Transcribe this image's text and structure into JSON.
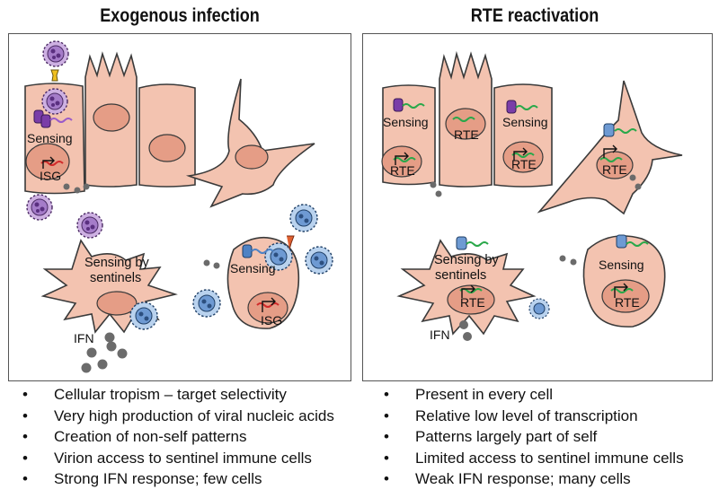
{
  "panels": [
    {
      "title": "Exogenous infection",
      "labels": {
        "sensing": "Sensing",
        "isg_top": "ISG",
        "sentinel_line1": "Sensing by",
        "sentinel_line2": "sentinels",
        "infected_sensing": "Sensing",
        "isg_bottom": "ISG",
        "ifn": "IFN"
      },
      "bullets": [
        "Cellular tropism – target selectivity",
        "Very high production of viral nucleic acids",
        "Creation of non-self patterns",
        "Virion access to sentinel immune cells",
        "Strong IFN response; few cells"
      ]
    },
    {
      "title": "RTE reactivation",
      "labels": {
        "cell1_sensing": "Sensing",
        "cell1_rte": "RTE",
        "cell2_rte": "RTE",
        "cell3_sensing": "Sensing",
        "cell3_rte": "RTE",
        "neuron_rte": "RTE",
        "sentinel_line1": "Sensing by",
        "sentinel_line2": "sentinels",
        "sentinel_rte": "RTE",
        "round_sensing": "Sensing",
        "round_rte": "RTE",
        "ifn": "IFN"
      },
      "bullets": [
        "Present in every cell",
        "Relative low level of transcription",
        "Patterns largely part of self",
        "Limited access to sentinel immune cells",
        "Weak IFN response; many cells"
      ]
    }
  ],
  "bullet_symbol": "•",
  "colors": {
    "cell_fill": "#f3c3b0",
    "cell_stroke": "#3a3a3a",
    "nucleus_fill": "#e59d86",
    "ifn_gray": "#6b6b6b",
    "purple_virus": "#8e5bb5",
    "blue_virus": "#4e82c4",
    "rna_green": "#2aa84a",
    "rna_red": "#d12a2a"
  },
  "icons": [
    "virion-purple-icon",
    "virion-blue-icon",
    "receptor-icon",
    "sensor-protein-icon",
    "promoter-arrow-icon",
    "rna-strand-icon",
    "ifn-particle-icon"
  ]
}
